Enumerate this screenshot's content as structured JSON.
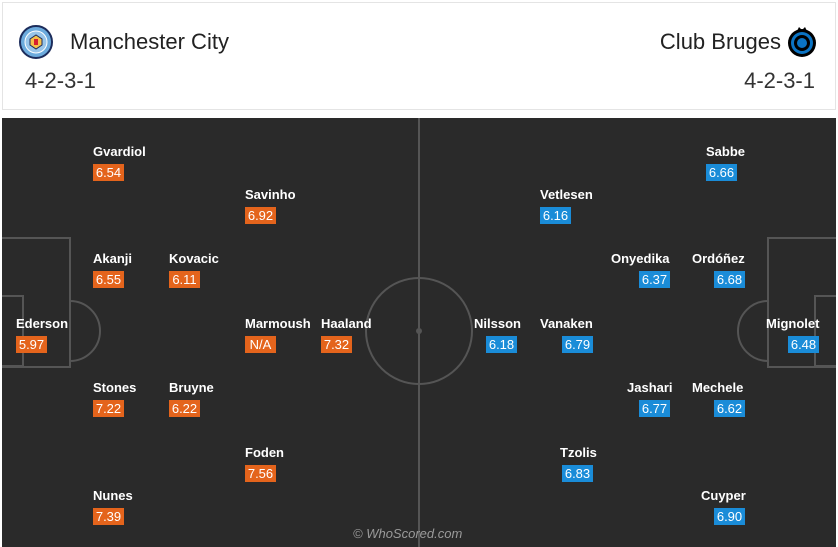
{
  "home": {
    "name": "Manchester City",
    "formation": "4-2-3-1",
    "color": "#e4641c",
    "crest": "manchester-city-crest-icon",
    "players": [
      {
        "name": "Gvardiol",
        "rating": "6.54"
      },
      {
        "name": "Savinho",
        "rating": "6.92"
      },
      {
        "name": "Akanji",
        "rating": "6.55"
      },
      {
        "name": "Kovacic",
        "rating": "6.11"
      },
      {
        "name": "Ederson",
        "rating": "5.97"
      },
      {
        "name": "Marmoush",
        "rating": "N/A"
      },
      {
        "name": "Haaland",
        "rating": "7.32"
      },
      {
        "name": "Stones",
        "rating": "7.22"
      },
      {
        "name": "Bruyne",
        "rating": "6.22"
      },
      {
        "name": "Foden",
        "rating": "7.56"
      },
      {
        "name": "Nunes",
        "rating": "7.39"
      }
    ]
  },
  "away": {
    "name": "Club Bruges",
    "formation": "4-2-3-1",
    "color": "#1a8cd8",
    "crest": "club-bruges-crest-icon",
    "players": [
      {
        "name": "Sabbe",
        "rating": "6.66"
      },
      {
        "name": "Vetlesen",
        "rating": "6.16"
      },
      {
        "name": "Onyedika",
        "rating": "6.37"
      },
      {
        "name": "Ordóñez",
        "rating": "6.68"
      },
      {
        "name": "Nilsson",
        "rating": "6.18"
      },
      {
        "name": "Vanaken",
        "rating": "6.79"
      },
      {
        "name": "Mignolet",
        "rating": "6.48"
      },
      {
        "name": "Jashari",
        "rating": "6.77"
      },
      {
        "name": "Mechele",
        "rating": "6.62"
      },
      {
        "name": "Tzolis",
        "rating": "6.83"
      },
      {
        "name": "Cuyper",
        "rating": "6.90"
      }
    ]
  },
  "watermark": "© WhoScored.com"
}
